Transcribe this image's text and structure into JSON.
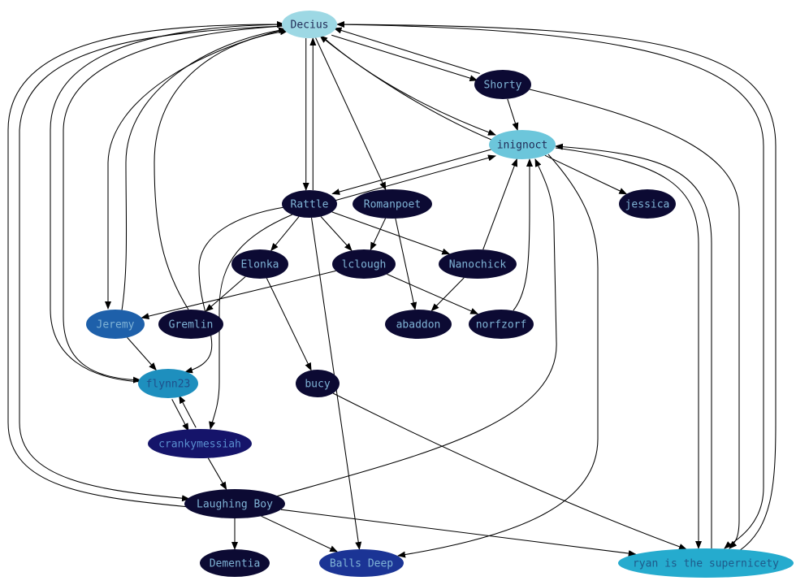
{
  "graph": {
    "nodes": [
      {
        "id": "decius",
        "label": "Decius",
        "fill": "#9dd8e4",
        "text": "#1f2a55"
      },
      {
        "id": "shorty",
        "label": "Shorty",
        "fill": "#0c0a33",
        "text": "#7fb3d6"
      },
      {
        "id": "inignoct",
        "label": "inignoct",
        "fill": "#6cc6db",
        "text": "#1f2a55"
      },
      {
        "id": "rattle",
        "label": "Rattle",
        "fill": "#0c0a33",
        "text": "#7fb3d6"
      },
      {
        "id": "romanpoet",
        "label": "Romanpoet",
        "fill": "#0c0a33",
        "text": "#7fb3d6"
      },
      {
        "id": "jessica",
        "label": "jessica",
        "fill": "#0c0a33",
        "text": "#7fb3d6"
      },
      {
        "id": "elonka",
        "label": "Elonka",
        "fill": "#0c0a33",
        "text": "#7fb3d6"
      },
      {
        "id": "lclough",
        "label": "lclough",
        "fill": "#0c0a33",
        "text": "#7fb3d6"
      },
      {
        "id": "nanochick",
        "label": "Nanochick",
        "fill": "#0c0a33",
        "text": "#7fb3d6"
      },
      {
        "id": "jeremy",
        "label": "Jeremy",
        "fill": "#1e60aa",
        "text": "#7fb3d6"
      },
      {
        "id": "gremlin",
        "label": "Gremlin",
        "fill": "#0c0a33",
        "text": "#7fb3d6"
      },
      {
        "id": "abaddon",
        "label": "abaddon",
        "fill": "#0c0a33",
        "text": "#7fb3d6"
      },
      {
        "id": "norfzorf",
        "label": "norfzorf",
        "fill": "#0c0a33",
        "text": "#7fb3d6"
      },
      {
        "id": "flynn23",
        "label": "flynn23",
        "fill": "#1e8fbe",
        "text": "#1e4f8a"
      },
      {
        "id": "bucy",
        "label": "bucy",
        "fill": "#0c0a33",
        "text": "#7fb3d6"
      },
      {
        "id": "crankymessiah",
        "label": "crankymessiah",
        "fill": "#15146a",
        "text": "#5a8fd0"
      },
      {
        "id": "laughingboy",
        "label": "Laughing Boy",
        "fill": "#0c0a33",
        "text": "#7fb3d6"
      },
      {
        "id": "dementia",
        "label": "Dementia",
        "fill": "#0c0a33",
        "text": "#7fb3d6"
      },
      {
        "id": "ballsdeep",
        "label": "Balls Deep",
        "fill": "#1b3495",
        "text": "#7fb3d6"
      },
      {
        "id": "ryan",
        "label": "ryan is the supernicety",
        "fill": "#25abce",
        "text": "#1e5a8a"
      }
    ],
    "edges": [
      {
        "from": "decius",
        "to": "rattle"
      },
      {
        "from": "rattle",
        "to": "decius"
      },
      {
        "from": "decius",
        "to": "shorty"
      },
      {
        "from": "shorty",
        "to": "decius"
      },
      {
        "from": "decius",
        "to": "inignoct"
      },
      {
        "from": "inignoct",
        "to": "decius"
      },
      {
        "from": "decius",
        "to": "romanpoet"
      },
      {
        "from": "decius",
        "to": "jeremy"
      },
      {
        "from": "jeremy",
        "to": "decius"
      },
      {
        "from": "gremlin",
        "to": "decius"
      },
      {
        "from": "decius",
        "to": "flynn23"
      },
      {
        "from": "flynn23",
        "to": "decius"
      },
      {
        "from": "decius",
        "to": "laughingboy"
      },
      {
        "from": "laughingboy",
        "to": "decius"
      },
      {
        "from": "decius",
        "to": "ryan"
      },
      {
        "from": "ryan",
        "to": "decius"
      },
      {
        "from": "shorty",
        "to": "inignoct"
      },
      {
        "from": "shorty",
        "to": "ryan"
      },
      {
        "from": "inignoct",
        "to": "rattle"
      },
      {
        "from": "rattle",
        "to": "inignoct"
      },
      {
        "from": "inignoct",
        "to": "jessica"
      },
      {
        "from": "inignoct",
        "to": "ryan"
      },
      {
        "from": "ryan",
        "to": "inignoct"
      },
      {
        "from": "inignoct",
        "to": "ballsdeep"
      },
      {
        "from": "nanochick",
        "to": "inignoct"
      },
      {
        "from": "norfzorf",
        "to": "inignoct"
      },
      {
        "from": "laughingboy",
        "to": "inignoct"
      },
      {
        "from": "rattle",
        "to": "elonka"
      },
      {
        "from": "rattle",
        "to": "lclough"
      },
      {
        "from": "rattle",
        "to": "nanochick"
      },
      {
        "from": "rattle",
        "to": "flynn23"
      },
      {
        "from": "rattle",
        "to": "crankymessiah"
      },
      {
        "from": "rattle",
        "to": "ballsdeep"
      },
      {
        "from": "romanpoet",
        "to": "lclough"
      },
      {
        "from": "romanpoet",
        "to": "abaddon"
      },
      {
        "from": "elonka",
        "to": "gremlin"
      },
      {
        "from": "elonka",
        "to": "bucy"
      },
      {
        "from": "lclough",
        "to": "jeremy"
      },
      {
        "from": "lclough",
        "to": "norfzorf"
      },
      {
        "from": "nanochick",
        "to": "abaddon"
      },
      {
        "from": "jeremy",
        "to": "flynn23"
      },
      {
        "from": "flynn23",
        "to": "crankymessiah"
      },
      {
        "from": "crankymessiah",
        "to": "flynn23"
      },
      {
        "from": "crankymessiah",
        "to": "laughingboy"
      },
      {
        "from": "bucy",
        "to": "ryan"
      },
      {
        "from": "laughingboy",
        "to": "dementia"
      },
      {
        "from": "laughingboy",
        "to": "ballsdeep"
      },
      {
        "from": "laughingboy",
        "to": "ryan"
      }
    ]
  }
}
